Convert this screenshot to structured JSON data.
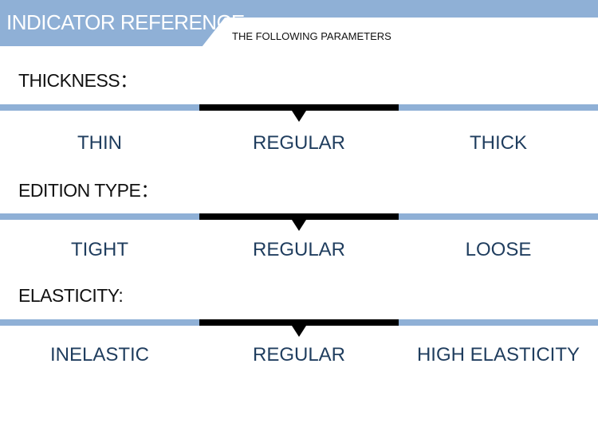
{
  "header": {
    "title": "INDICATOR REFERENCE",
    "subtitle": "THE FOLLOWING PARAMETERS"
  },
  "colors": {
    "accent_blue": "#8fb0d6",
    "bar_black": "#000000",
    "option_text": "#1f3d5e",
    "label_text": "#111111"
  },
  "sections": [
    {
      "label": "THICKNESS：",
      "options": [
        "THIN",
        "REGULAR",
        "THICK"
      ],
      "selected": "REGULAR"
    },
    {
      "label": "EDITION TYPE：",
      "options": [
        "TIGHT",
        "REGULAR",
        "LOOSE"
      ],
      "selected": "REGULAR"
    },
    {
      "label": "ELASTICITY:",
      "options": [
        "INELASTIC",
        "REGULAR",
        "HIGH ELASTICITY"
      ],
      "selected": "REGULAR"
    }
  ]
}
